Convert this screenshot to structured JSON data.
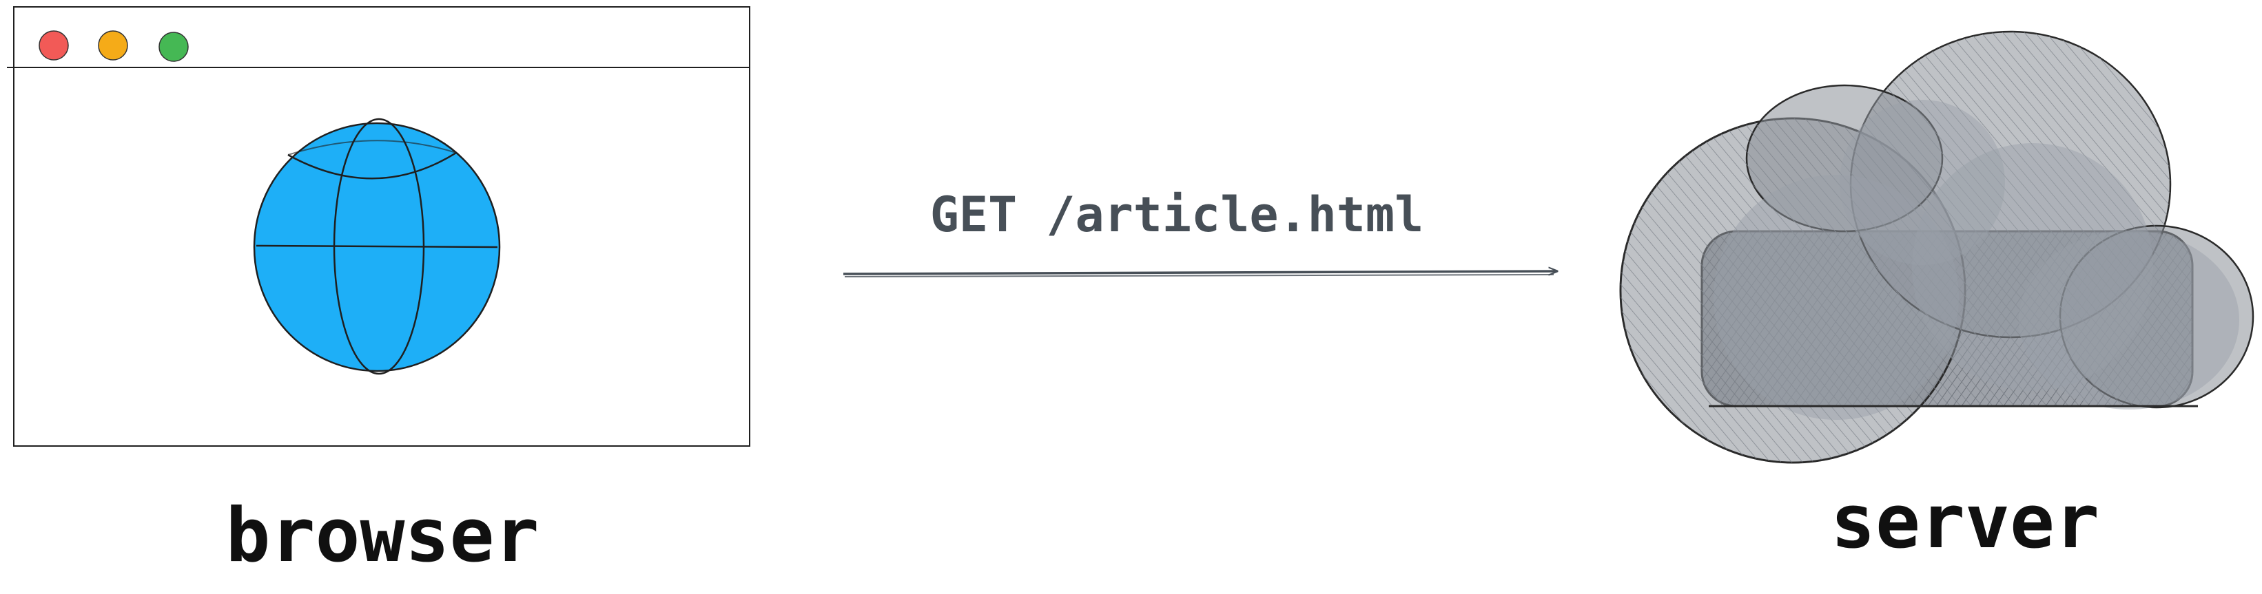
{
  "browser": {
    "label": "browser",
    "traffic_lights": [
      {
        "name": "close",
        "color": "#f25a57"
      },
      {
        "name": "minimize",
        "color": "#f5ab18"
      },
      {
        "name": "maximize",
        "color": "#45b854"
      }
    ],
    "globe_color": "#1eaff7"
  },
  "request": {
    "label": "GET /article.html"
  },
  "server": {
    "label": "server",
    "cloud_color": "#8a8f97"
  },
  "colors": {
    "stroke": "#1f1f1f",
    "text": "#101010",
    "request_text": "#474f57",
    "arrow": "#474f57"
  }
}
